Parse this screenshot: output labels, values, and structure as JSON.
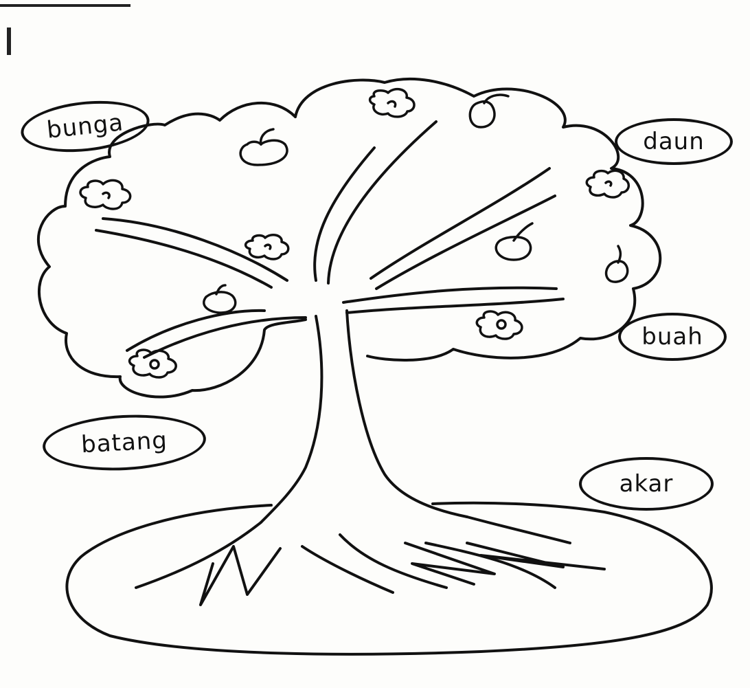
{
  "labels": {
    "bunga": "bunga",
    "daun": "daun",
    "buah": "buah",
    "batang": "batang",
    "akar": "akar"
  },
  "ink_color": "#111111",
  "paper_color": "#fdfdfb"
}
